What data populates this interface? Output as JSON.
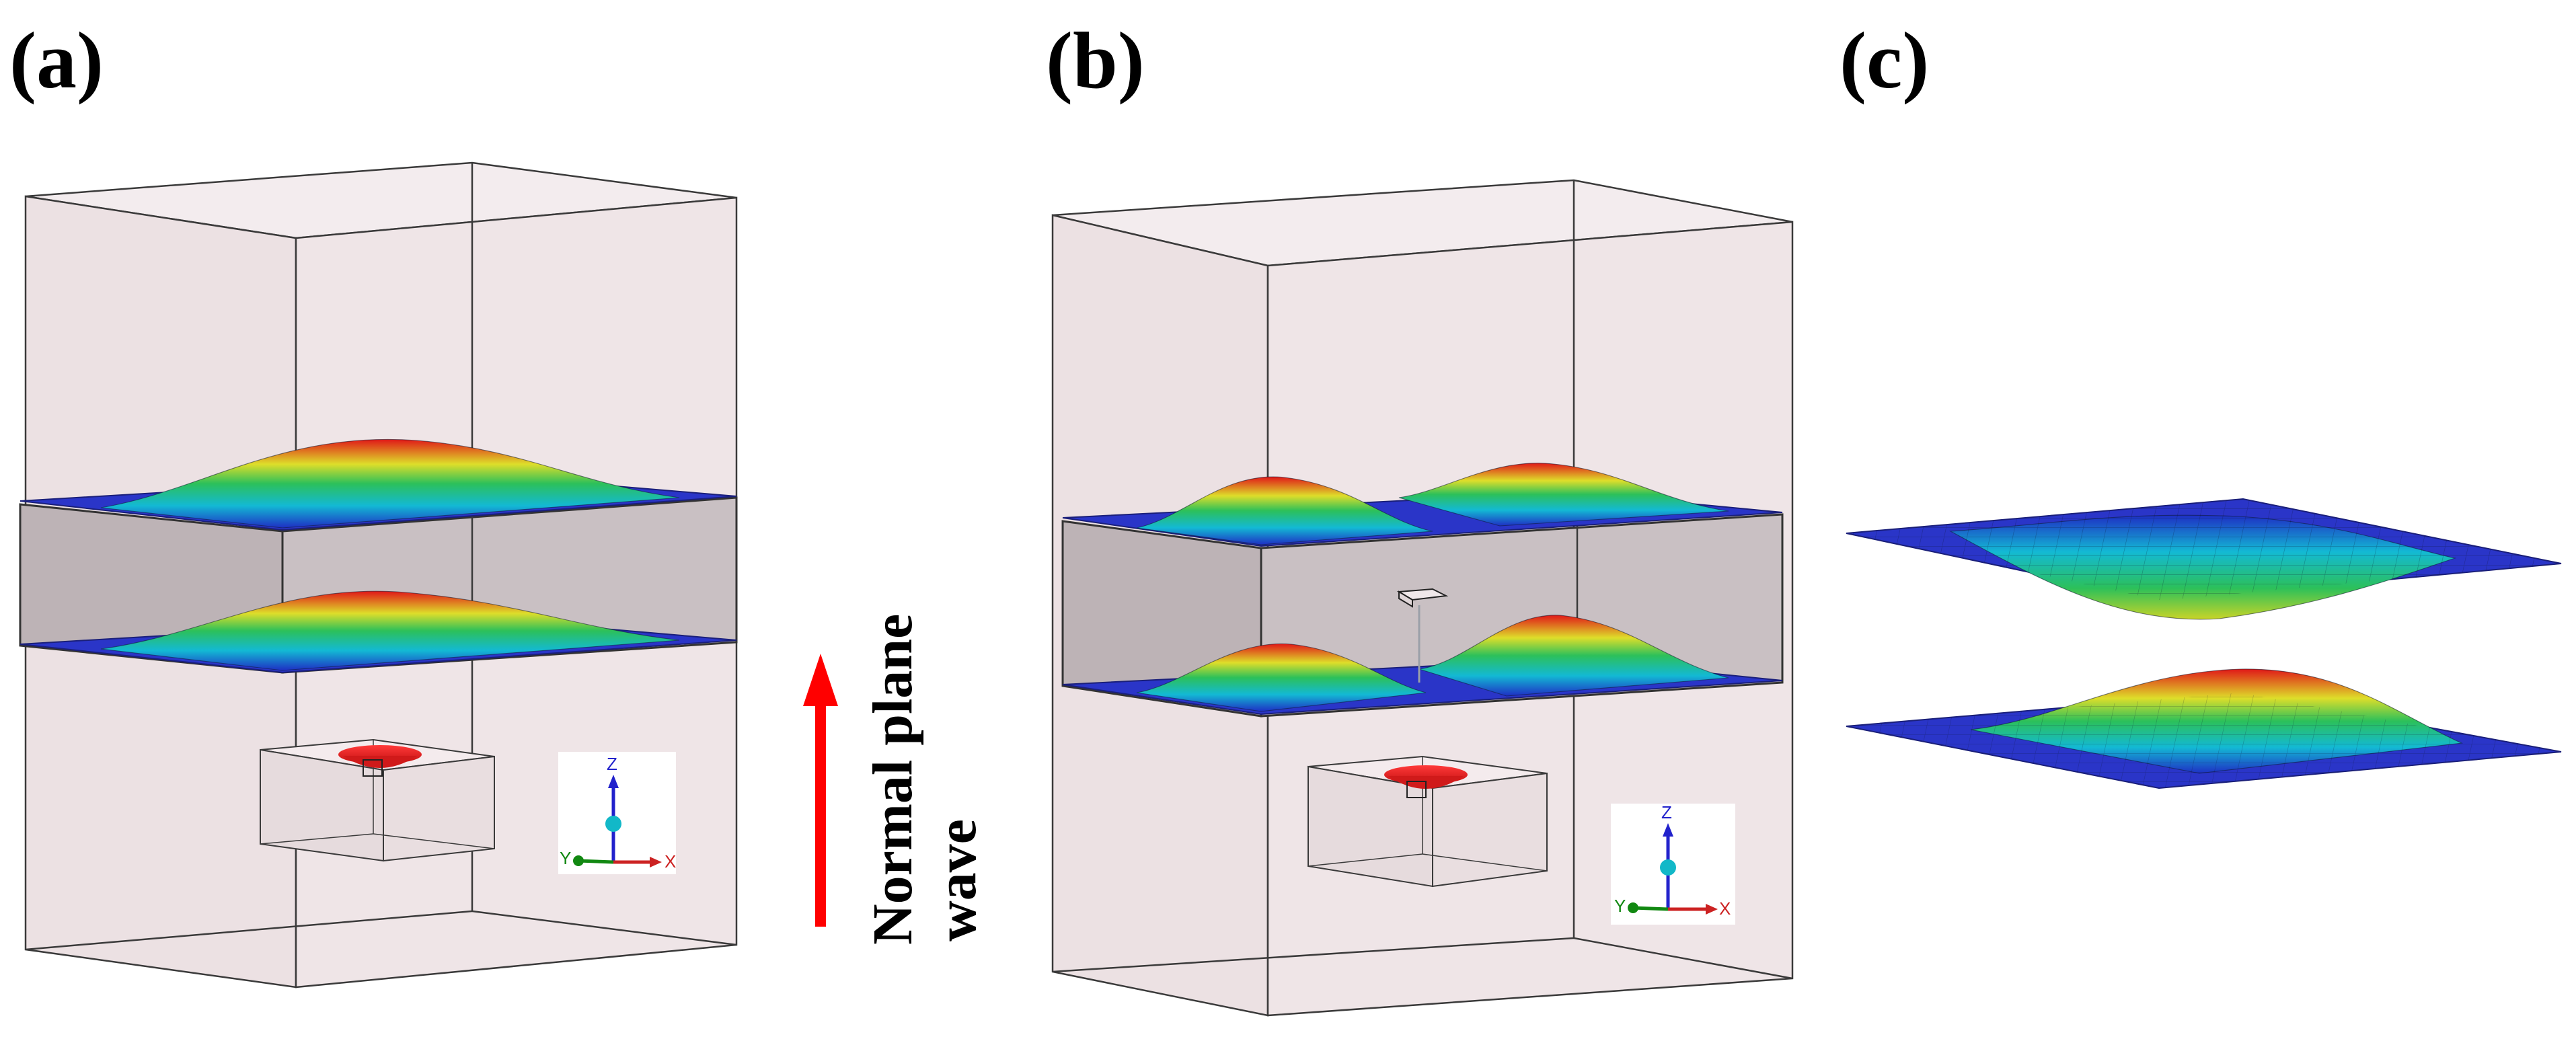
{
  "panels": [
    {
      "id": "a",
      "label": "(a)"
    },
    {
      "id": "b",
      "label": "(b)"
    },
    {
      "id": "c",
      "label": "(c)"
    }
  ],
  "wave": {
    "line1": "Normal plane",
    "line2": "wave",
    "arrow_color": "#ff0000"
  },
  "axes": {
    "z": "Z",
    "y": "Y",
    "x": "X"
  },
  "colors": {
    "box_fill": "#efe4e6",
    "slab_fill": "#c6bcbf",
    "plate_base": "#2631c6",
    "peak": "#e01818",
    "axis_z": "#2222cc",
    "axis_y": "#118811",
    "axis_x": "#cc2222"
  }
}
